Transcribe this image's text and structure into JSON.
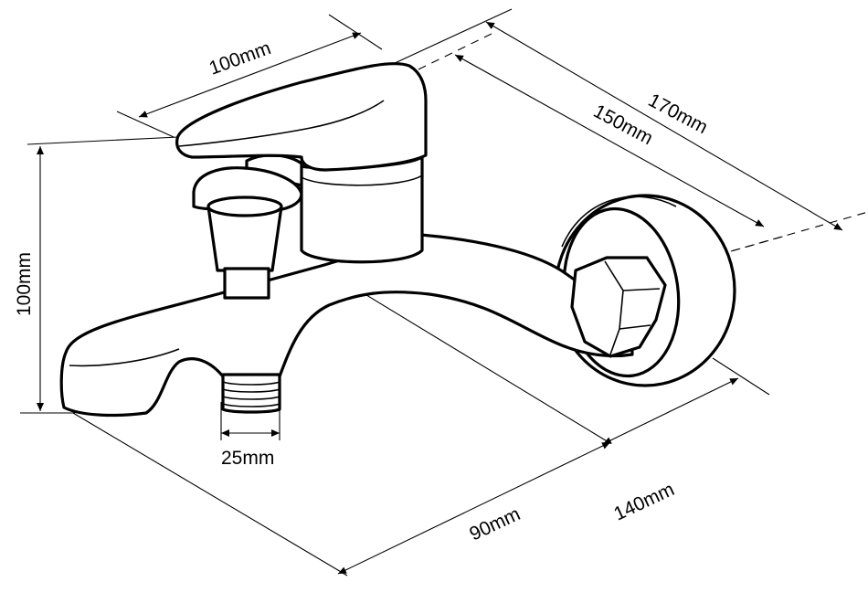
{
  "dimensions": {
    "handle_length": "100mm",
    "spout_height": "100mm",
    "outer_depth": "170mm",
    "inner_depth": "150mm",
    "outlet_width": "25mm",
    "spout_reach": "90mm",
    "body_length": "140mm"
  }
}
